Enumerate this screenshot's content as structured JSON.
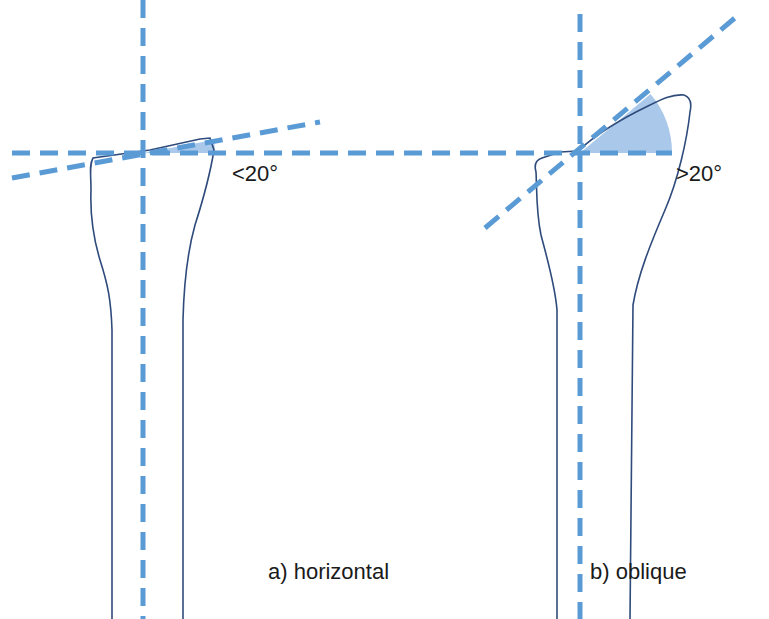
{
  "diagram": {
    "labels": [
      "<20°",
      ">20°",
      "a) horizontal",
      "b) oblique"
    ]
  }
}
